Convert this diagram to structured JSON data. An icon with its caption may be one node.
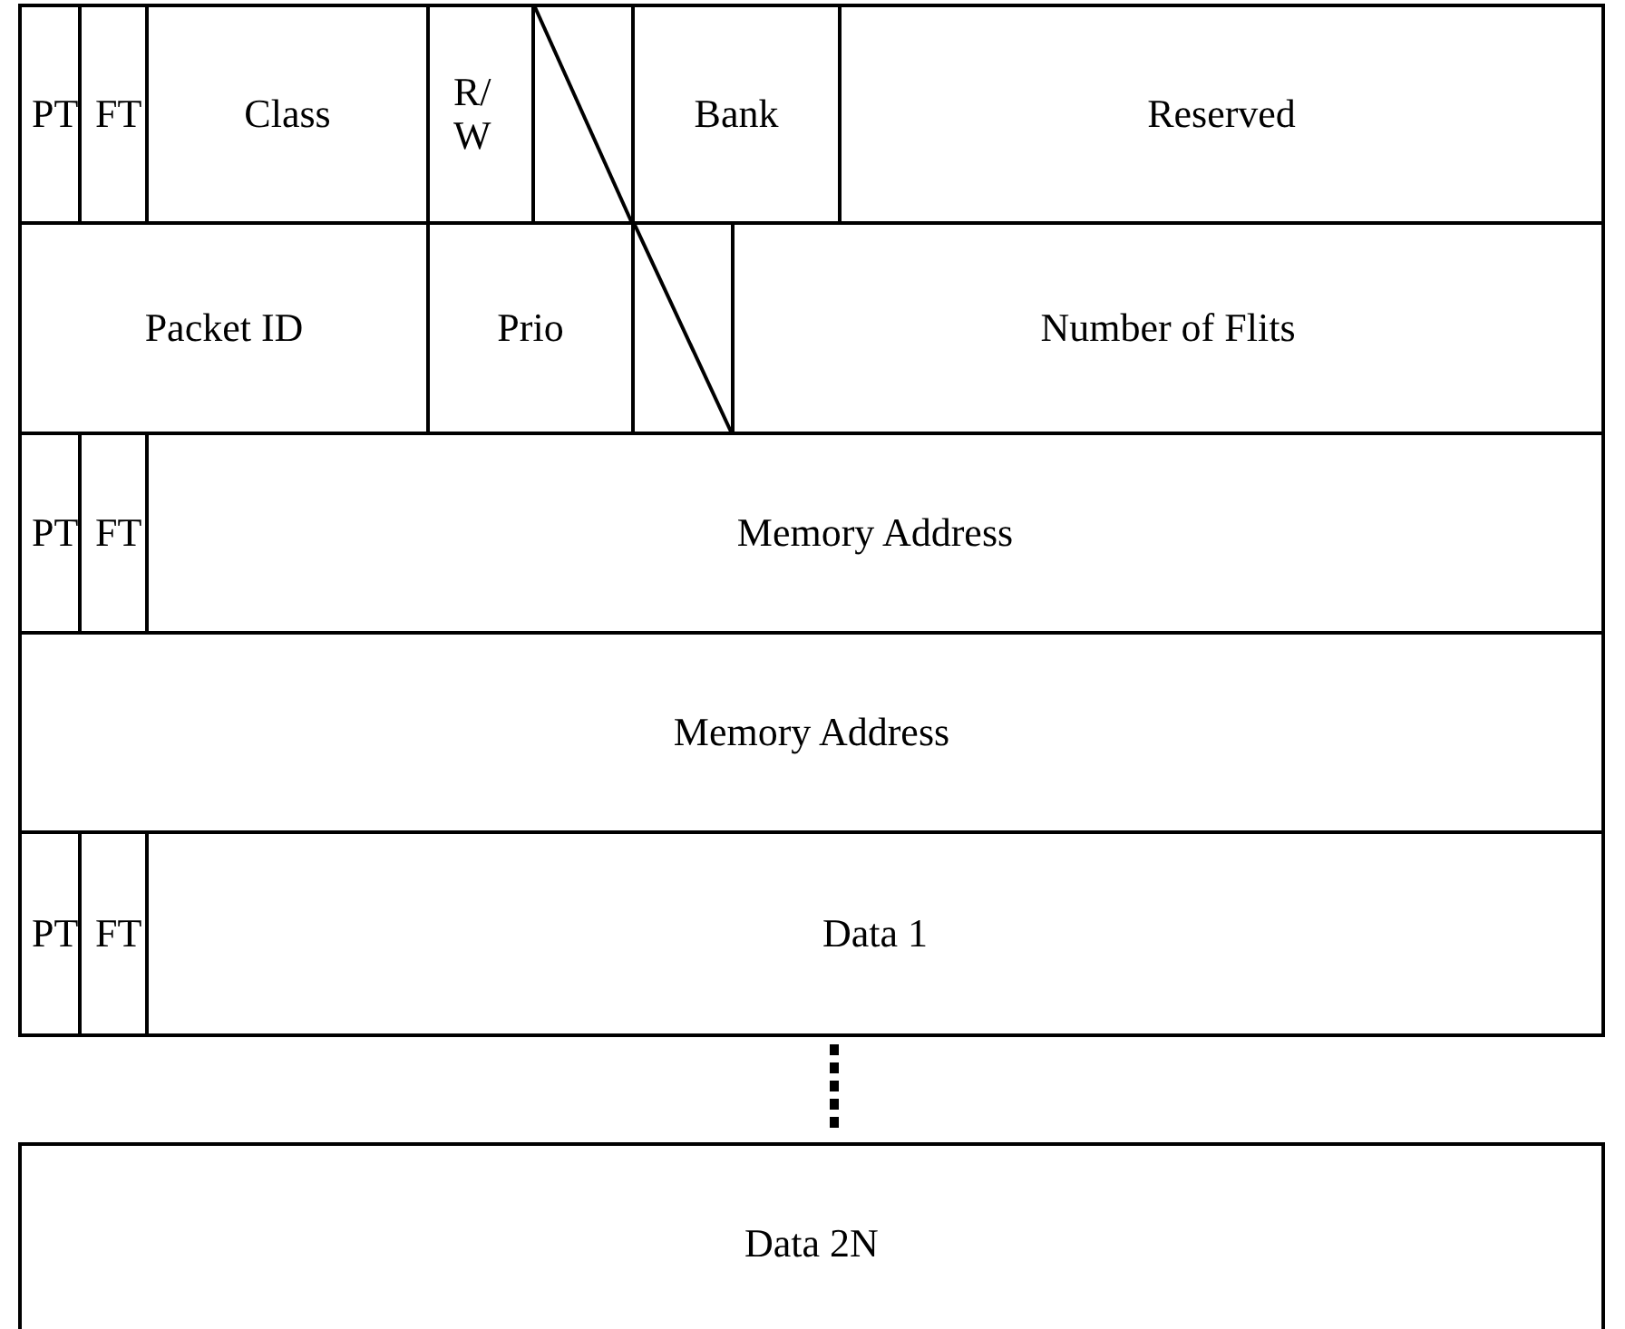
{
  "diagram": {
    "nodes": [
      {
        "text": [
          "PT"
        ]
      },
      {
        "text": [
          "FT"
        ]
      },
      {
        "text": [
          "Class"
        ]
      },
      {
        "text": [
          "R/ W"
        ]
      },
      {
        "text": [],
        "shape": "box"
      },
      {
        "text": [
          "Bank"
        ]
      },
      {
        "text": [
          "Reserved"
        ]
      },
      {
        "text": [
          "Packet ID"
        ]
      },
      {
        "text": [
          "Prio"
        ]
      },
      {
        "text": [],
        "shape": "box"
      },
      {
        "text": [
          "Number of Flits"
        ]
      },
      {
        "text": [
          "PT"
        ]
      },
      {
        "text": [
          "FT"
        ]
      },
      {
        "text": [
          "Memory Address"
        ]
      },
      {
        "text": [
          "Memory Address"
        ]
      },
      {
        "text": [
          "PT"
        ]
      },
      {
        "text": [
          "FT"
        ]
      },
      {
        "text": [
          "Data 1"
        ]
      },
      {
        "text": [
          "Data 2N"
        ]
      }
    ],
    "edges": []
  }
}
